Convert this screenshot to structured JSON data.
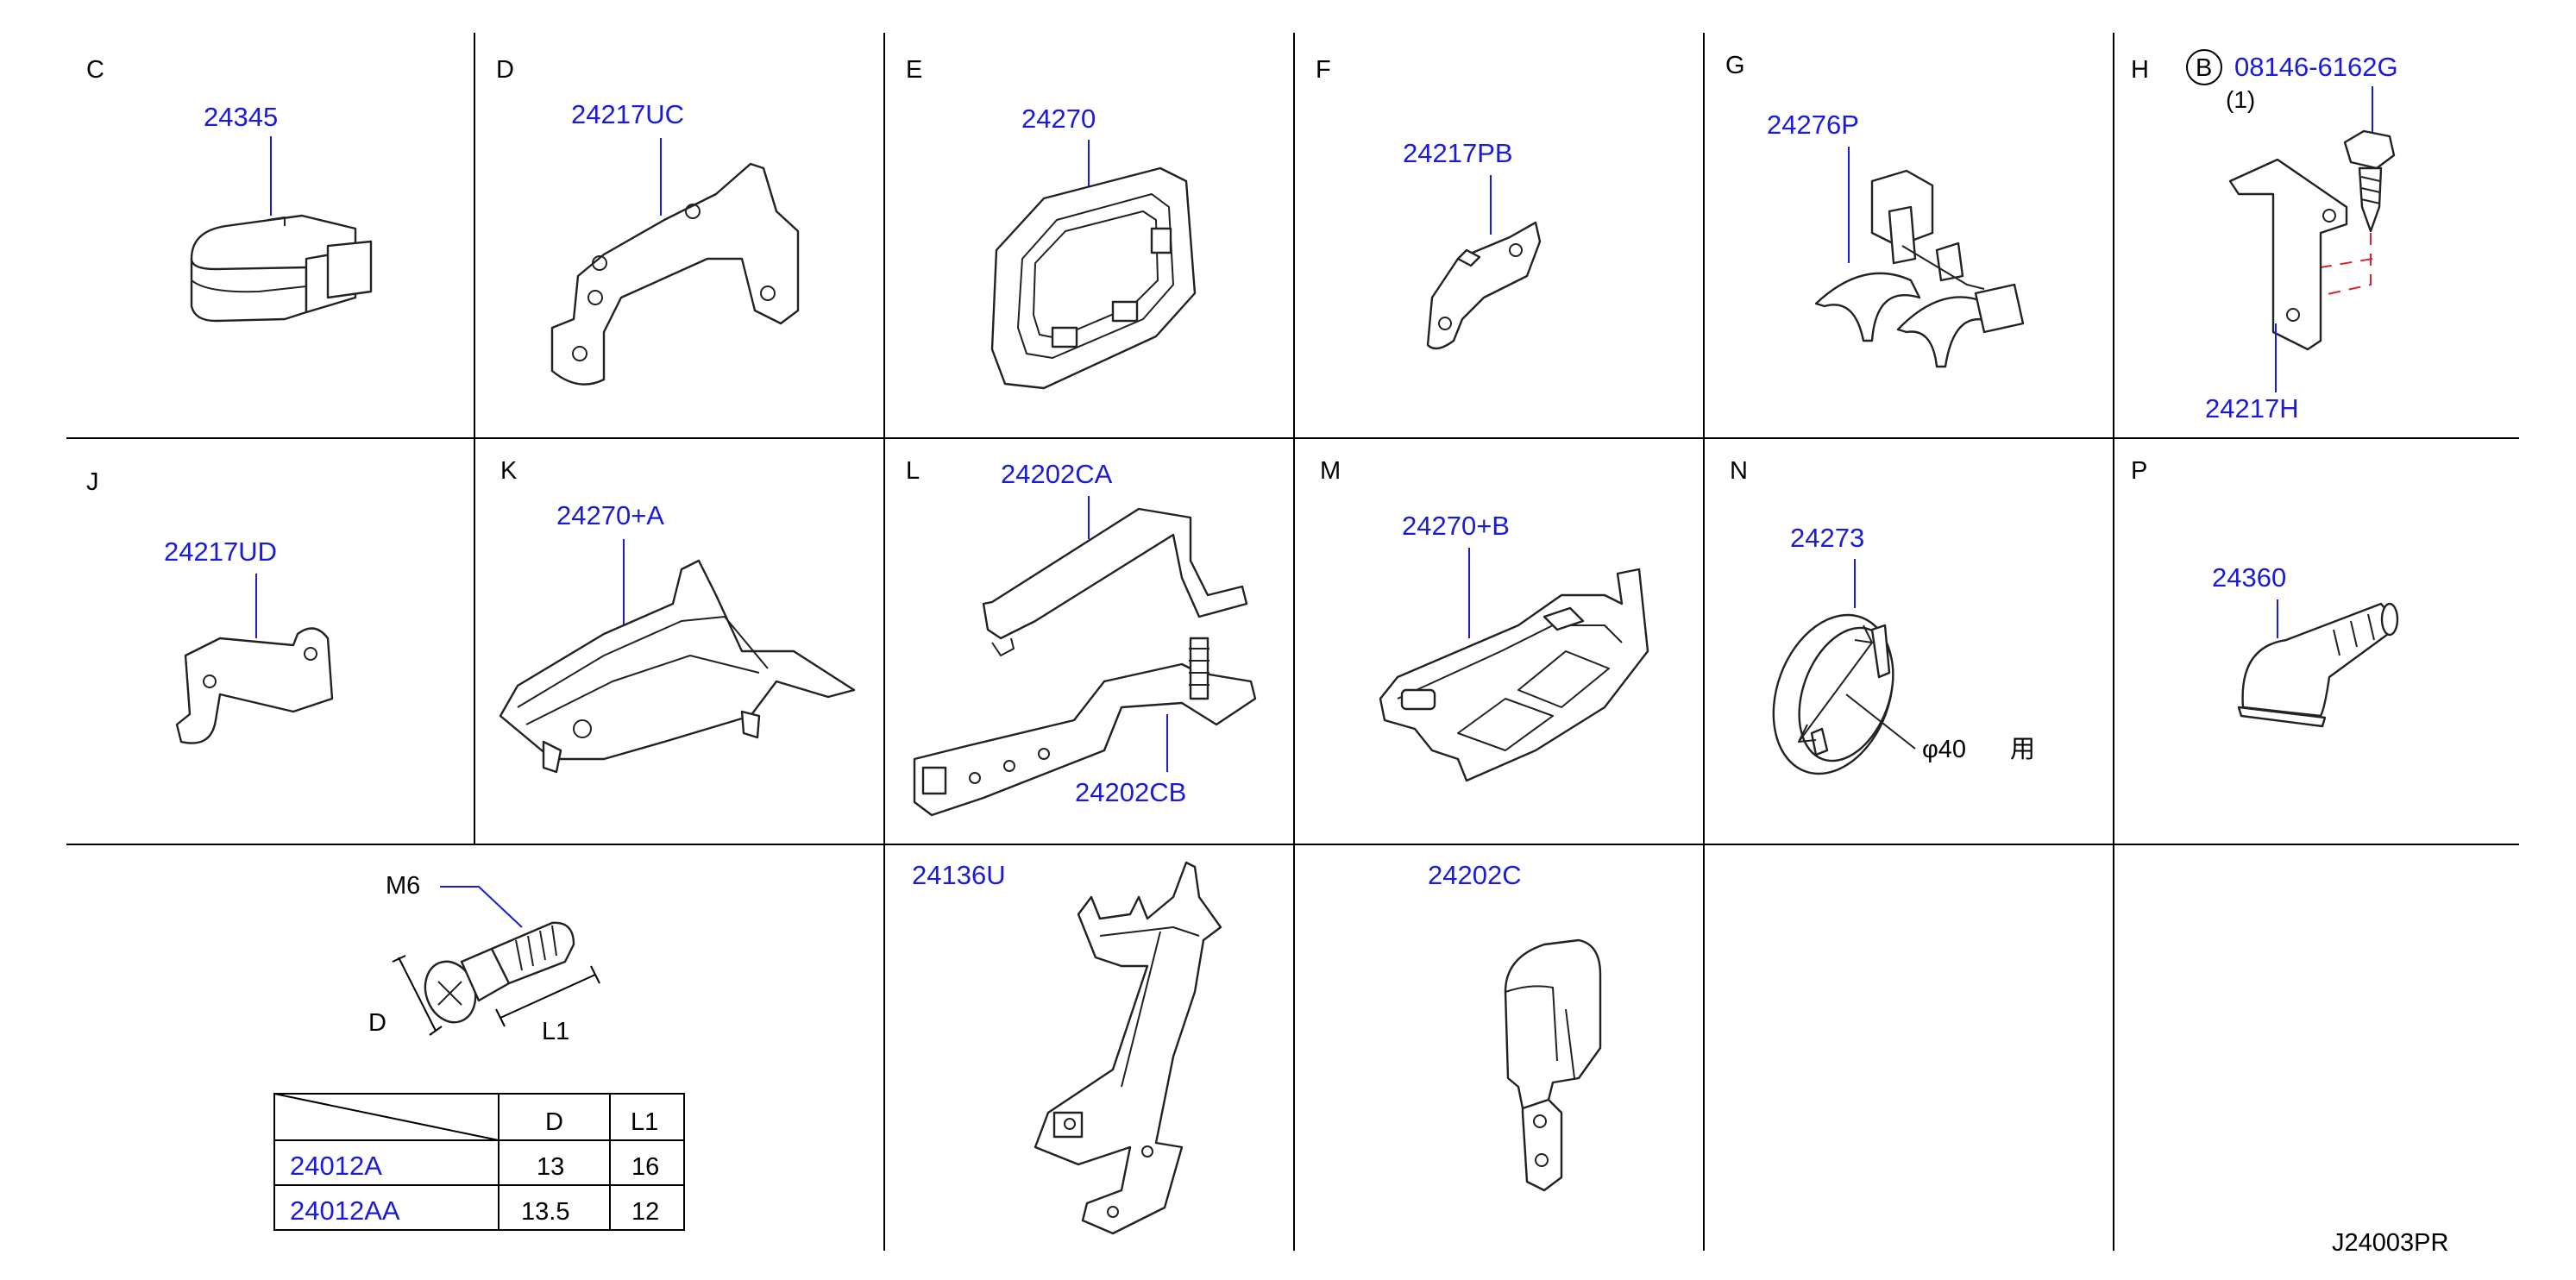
{
  "panels": {
    "C": {
      "letter": "C",
      "part": "24345"
    },
    "D": {
      "letter": "D",
      "part": "24217UC"
    },
    "E": {
      "letter": "E",
      "part": "24270"
    },
    "F": {
      "letter": "F",
      "part": "24217PB"
    },
    "G": {
      "letter": "G",
      "part": "24276P"
    },
    "H": {
      "letter": "H",
      "circle_label": "B",
      "bolt_part": "08146-6162G",
      "bolt_qty": "(1)",
      "part": "24217H"
    },
    "J": {
      "letter": "J",
      "part": "24217UD"
    },
    "K": {
      "letter": "K",
      "part": "24270+A"
    },
    "L": {
      "letter": "L",
      "part_top": "24202CA",
      "part_bottom": "24202CB"
    },
    "M": {
      "letter": "M",
      "part": "24270+B"
    },
    "N": {
      "letter": "N",
      "part": "24273",
      "note_dia": "φ40",
      "note_use": "用"
    },
    "P": {
      "letter": "P",
      "part": "24360"
    },
    "bolt": {
      "thread_label": "M6",
      "dim_d": "D",
      "dim_l1": "L1",
      "table": {
        "headers": [
          "D",
          "L1"
        ],
        "rows": [
          {
            "part": "24012A",
            "d": "13",
            "l1": "16"
          },
          {
            "part": "24012AA",
            "d": "13.5",
            "l1": "12"
          }
        ]
      }
    },
    "U": {
      "part": "24136U"
    },
    "C2": {
      "part": "24202C"
    }
  },
  "diagram_code": "J24003PR",
  "colors": {
    "part_number": "#1a1adc",
    "line": "#000000",
    "dashed": "#d8232a"
  }
}
